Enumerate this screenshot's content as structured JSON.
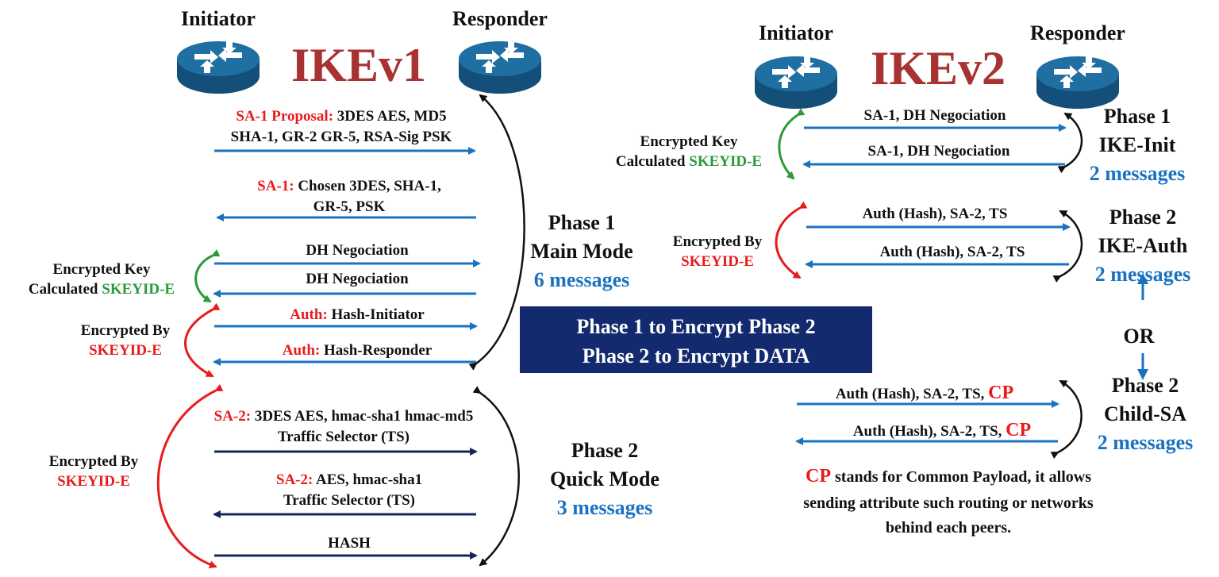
{
  "colors": {
    "title_red": "#a83232",
    "accent_red": "#e81b1b",
    "blue_arrow": "#1a73c1",
    "navy_arrow": "#17275e",
    "green": "#2a9a3a",
    "count_blue": "#1a73c1",
    "box_fill": "#132a6e",
    "text": "#111111",
    "router": "#1b5e8c"
  },
  "ikev1": {
    "title": "IKEv1",
    "initiator": "Initiator",
    "responder": "Responder",
    "messages": {
      "m1": {
        "red": "SA-1 Proposal:",
        "text": " 3DES AES, MD5",
        "line2": "SHA-1, GR-2 GR-5, RSA-Sig PSK"
      },
      "m2": {
        "red": "SA-1:",
        "text": " Chosen 3DES, SHA-1,",
        "line2": "GR-5, PSK"
      },
      "m3": {
        "text": "DH Negociation"
      },
      "m4": {
        "text": "DH Negociation"
      },
      "m5": {
        "red": "Auth:",
        "text": " Hash-Initiator"
      },
      "m6": {
        "red": "Auth:",
        "text": " Hash-Responder"
      },
      "m7": {
        "red": "SA-2:",
        "text": " 3DES AES, hmac-sha1 hmac-md5",
        "line2": "Traffic Selector (TS)"
      },
      "m8": {
        "red": "SA-2:",
        "text": " AES, hmac-sha1",
        "line2": "Traffic Selector (TS)"
      },
      "m9": {
        "text": "HASH"
      }
    },
    "side": {
      "enc_key_1": "Encrypted Key",
      "enc_key_2": "Calculated ",
      "enc_key_green": "SKEYID-E",
      "enc_by_1": "Encrypted By",
      "enc_by_red": "SKEYID-E",
      "enc_by2_1": "Encrypted By",
      "enc_by2_red": "SKEYID-E"
    },
    "phase1": {
      "line1": "Phase 1",
      "line2": "Main Mode",
      "count": "6 messages"
    },
    "phase2": {
      "line1": "Phase 2",
      "line2": "Quick Mode",
      "count": "3 messages"
    }
  },
  "center_box": {
    "line1": "Phase 1 to Encrypt Phase 2",
    "line2": "Phase 2 to Encrypt DATA"
  },
  "ikev2": {
    "title": "IKEv2",
    "initiator": "Initiator",
    "responder": "Responder",
    "messages": {
      "m1": "SA-1, DH Negociation",
      "m2": "SA-1, DH Negociation",
      "m3": "Auth (Hash), SA-2, TS",
      "m4": "Auth (Hash), SA-2, TS",
      "m5": "Auth (Hash), SA-2, TS, ",
      "m5_red": "CP",
      "m6": "Auth (Hash), SA-2, TS, ",
      "m6_red": "CP"
    },
    "side": {
      "enc_key_1": "Encrypted Key",
      "enc_key_2": "Calculated ",
      "enc_key_green": "SKEYID-E",
      "enc_by_1": "Encrypted By",
      "enc_by_red": "SKEYID-E"
    },
    "phase1": {
      "line1": "Phase 1",
      "line2": "IKE-Init",
      "count": "2 messages"
    },
    "phase2a": {
      "line1": "Phase 2",
      "line2": "IKE-Auth",
      "count": "2 messages"
    },
    "or": "OR",
    "phase2b": {
      "line1": "Phase 2",
      "line2": "Child-SA",
      "count": "2 messages"
    },
    "cp_note": {
      "red": "CP",
      "line1": " stands for Common Payload, it allows",
      "line2": "sending attribute such routing or networks",
      "line3": "behind each peers."
    }
  },
  "icons": {
    "router": "router-icon"
  }
}
